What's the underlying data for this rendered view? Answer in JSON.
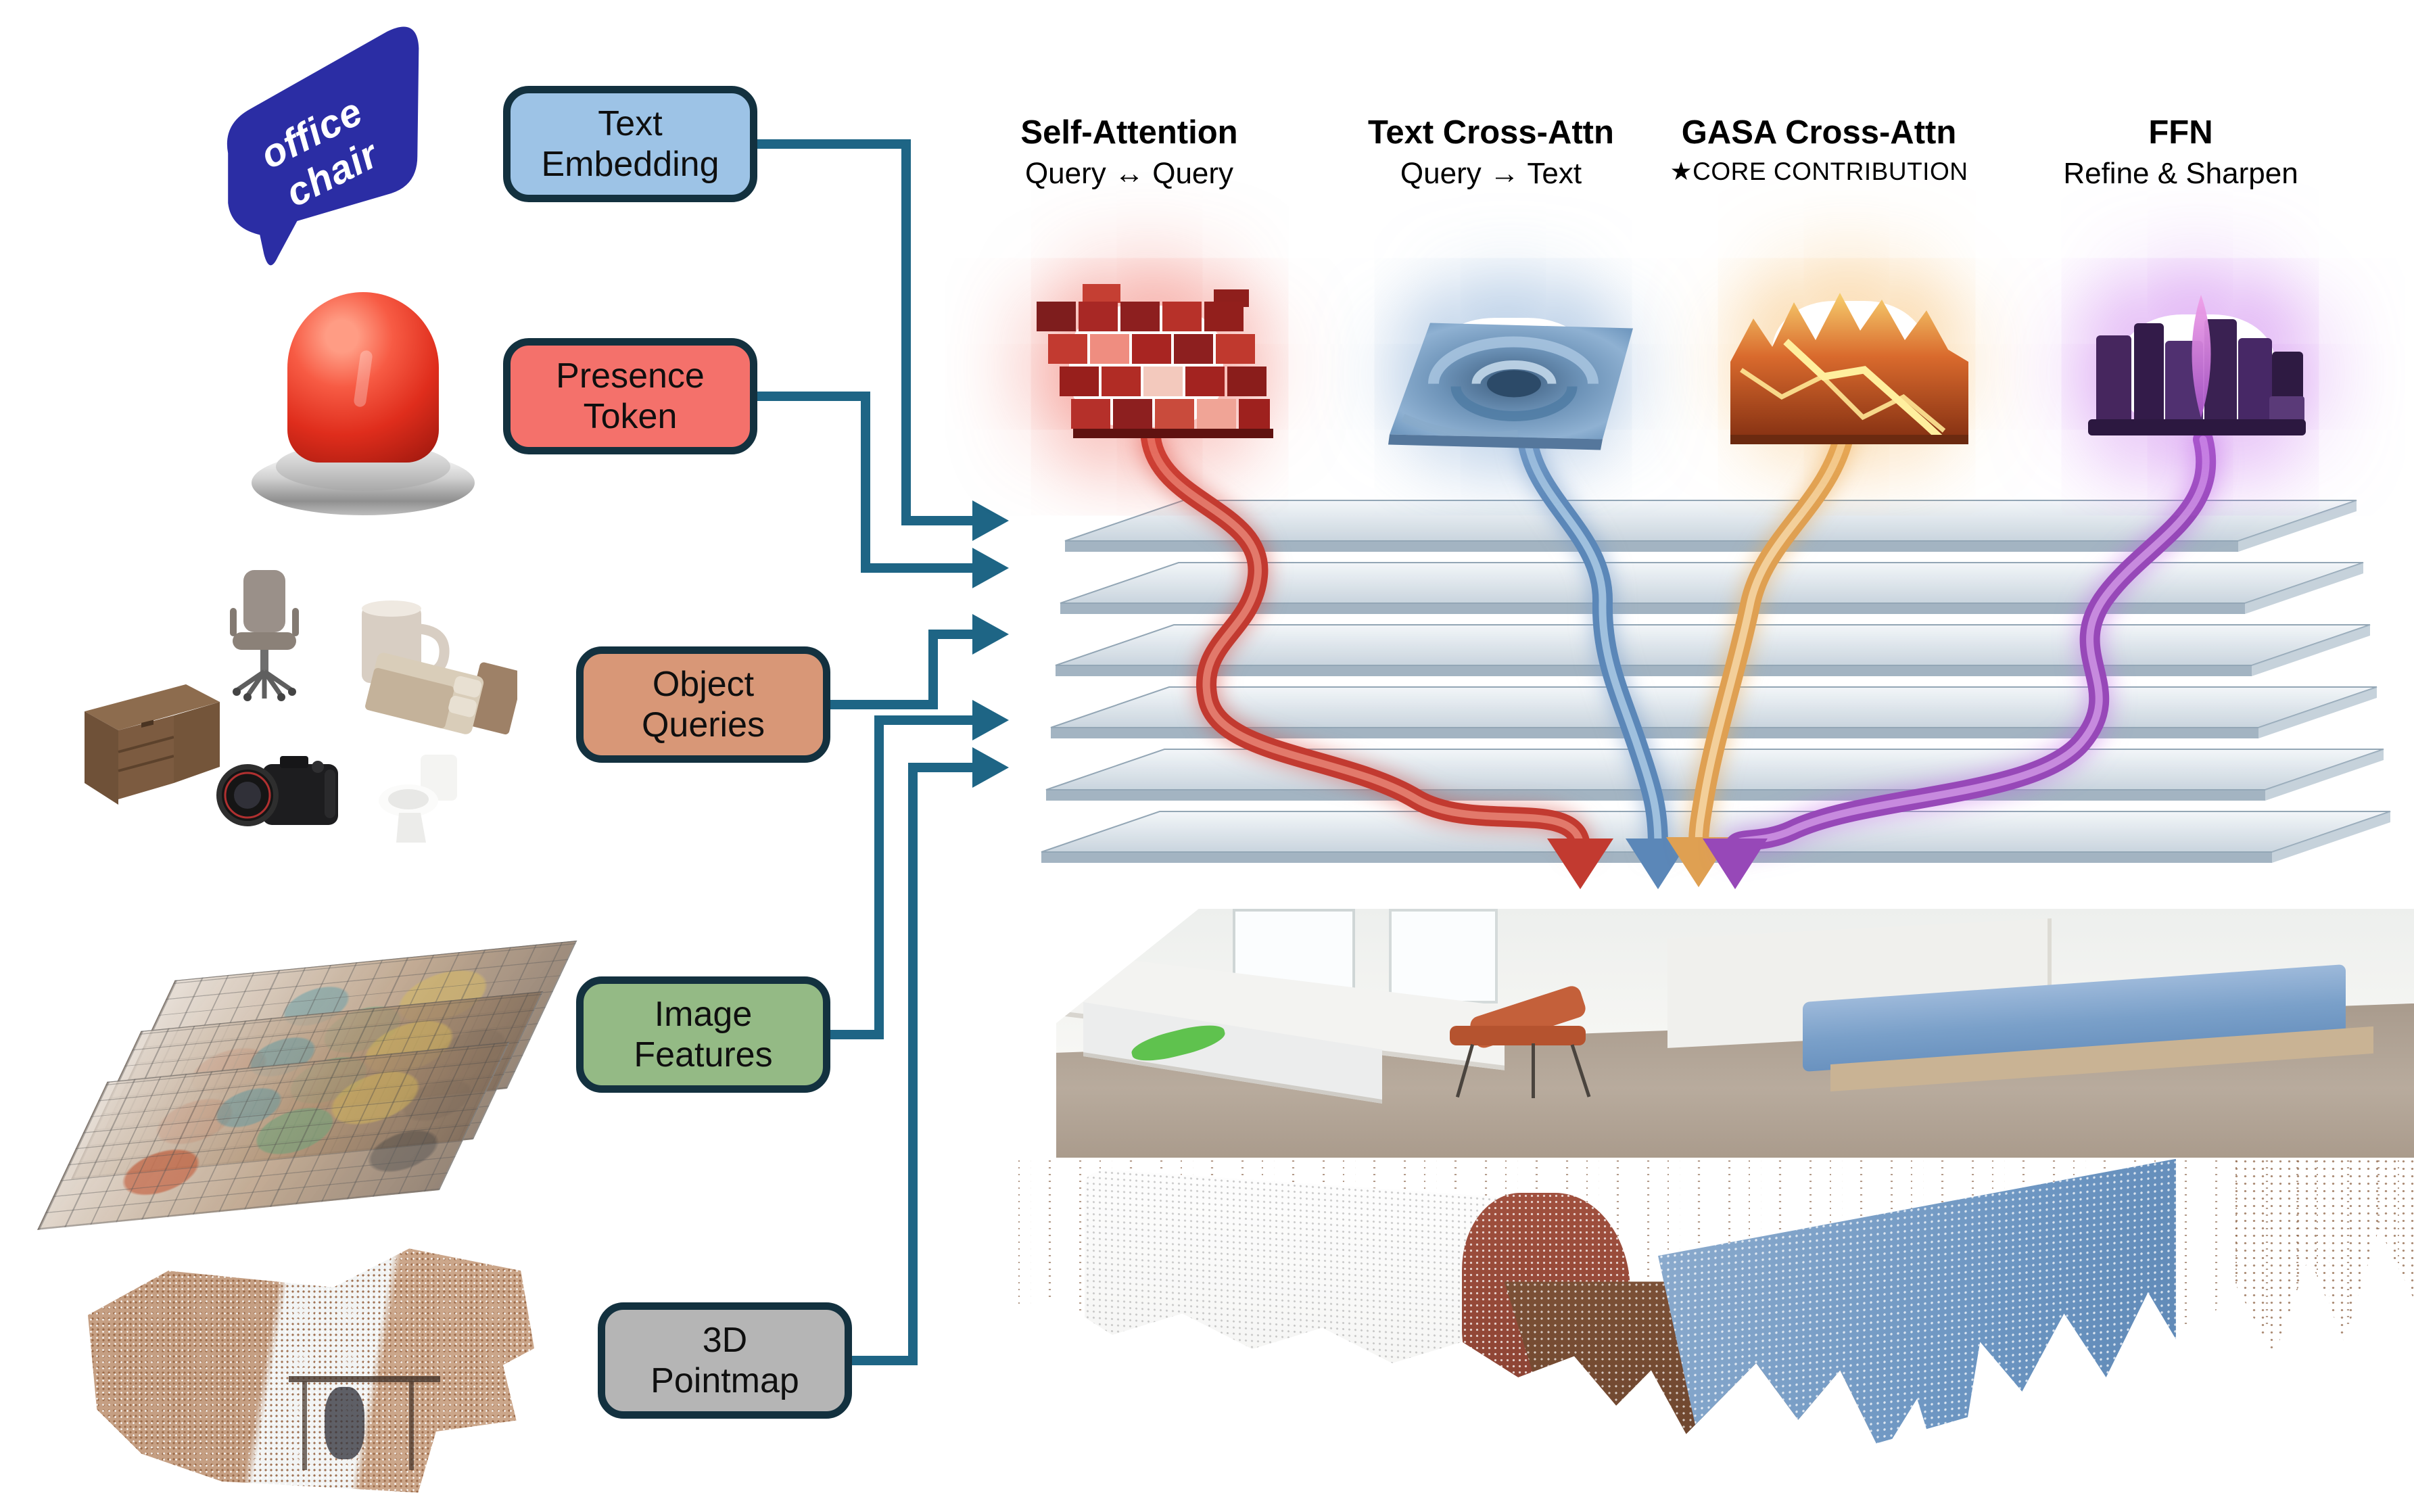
{
  "prompt_bubble": {
    "text": "office chair"
  },
  "input_boxes": [
    {
      "id": "text-embedding",
      "label": "Text\nEmbedding",
      "fill": "#9dc3e6"
    },
    {
      "id": "presence-token",
      "label": "Presence\nToken",
      "fill": "#f4716b"
    },
    {
      "id": "object-queries",
      "label": "Object\nQueries",
      "fill": "#d89777"
    },
    {
      "id": "image-features",
      "label": "Image\nFeatures",
      "fill": "#94ba85"
    },
    {
      "id": "3d-pointmap",
      "label": "3D\nPointmap",
      "fill": "#b5b5b5"
    }
  ],
  "module_columns": [
    {
      "title": "Self-Attention",
      "subtitle": "Query ↔ Query",
      "accent": "#c23a30"
    },
    {
      "title": "Text Cross-Attn",
      "subtitle": "Query → Text",
      "accent": "#5b87b8"
    },
    {
      "title": "GASA Cross-Attn",
      "subtitle": "★CORE CONTRIBUTION",
      "accent": "#dfa052"
    },
    {
      "title": "FFN",
      "subtitle": "Refine & Sharpen",
      "accent": "#9748b8"
    }
  ],
  "decoder_stack": {
    "layer_count": 6
  },
  "left_input_icons": [
    "text-prompt-bubble",
    "presence-siren",
    "object-set",
    "image-feature-maps",
    "room-pointcloud"
  ],
  "scene": {
    "views": [
      "rgb-room-photo",
      "room-pointcloud-render"
    ]
  },
  "colors": {
    "connector": "#1e6585",
    "box_border": "#13313f",
    "bubble_blue": "#2b2da4"
  }
}
